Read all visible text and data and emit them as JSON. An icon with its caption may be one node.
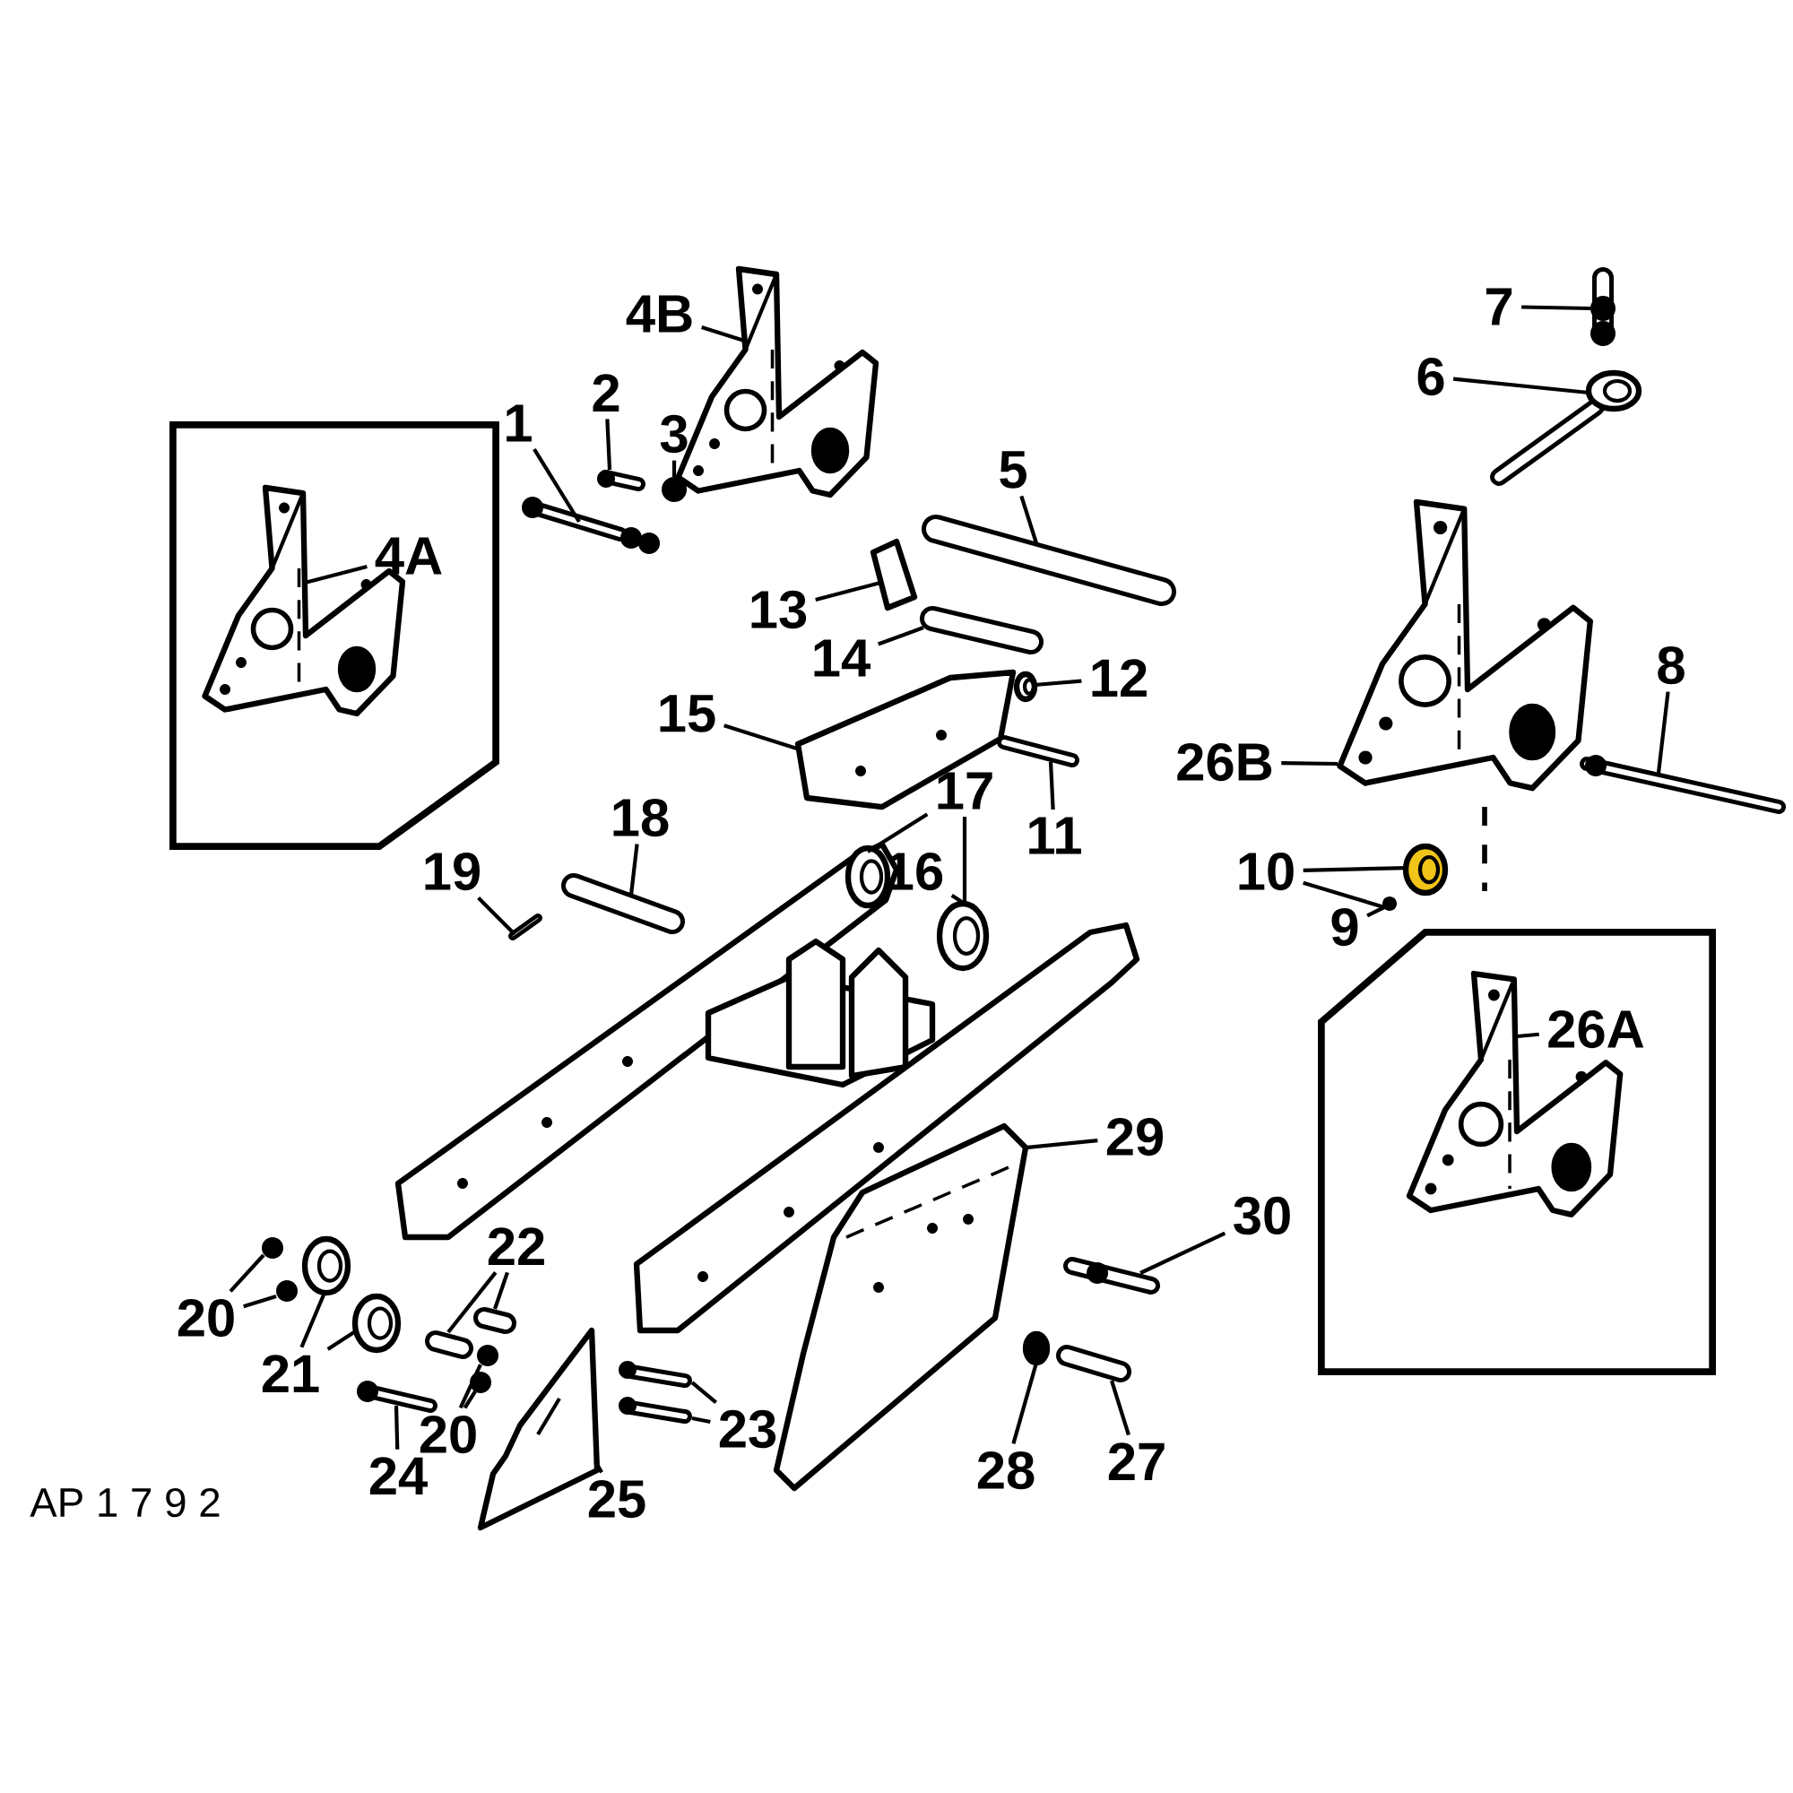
{
  "diagram": {
    "nodes": [
      {
        "text": [],
        "shape": "box"
      },
      {
        "text": [
          "4A"
        ],
        "in": 0
      },
      {
        "text": [
          "1"
        ]
      },
      {
        "text": [
          "2"
        ]
      },
      {
        "text": [
          "3"
        ]
      },
      {
        "text": [
          "4B"
        ]
      },
      {
        "text": [
          "5"
        ]
      },
      {
        "text": [
          "7"
        ]
      },
      {
        "text": [
          "6"
        ]
      },
      {
        "text": [
          "13"
        ]
      },
      {
        "text": [
          "14"
        ]
      },
      {
        "text": [
          "12"
        ]
      },
      {
        "text": [
          "15"
        ]
      },
      {
        "text": [
          "8"
        ]
      },
      {
        "text": [
          "26B"
        ]
      },
      {
        "text": [
          "17"
        ]
      },
      {
        "text": [
          "11"
        ]
      },
      {
        "text": [
          "18"
        ]
      },
      {
        "text": [
          "19"
        ]
      },
      {
        "text": [
          "16"
        ]
      },
      {
        "text": [
          "10"
        ]
      },
      {
        "text": [
          "9"
        ]
      },
      {
        "text": [],
        "shape": "box"
      },
      {
        "text": [
          "26A"
        ],
        "in": 22
      },
      {
        "text": [
          "29"
        ]
      },
      {
        "text": [
          "30"
        ]
      },
      {
        "text": [
          "22"
        ]
      },
      {
        "text": [
          "20"
        ]
      },
      {
        "text": [
          "21"
        ]
      },
      {
        "text": [
          "23"
        ]
      },
      {
        "text": [
          "20"
        ]
      },
      {
        "text": [
          "24"
        ]
      },
      {
        "text": [
          "28"
        ]
      },
      {
        "text": [
          "27"
        ]
      },
      {
        "text": [
          "25"
        ]
      },
      {
        "text": [],
        "shape": "picture",
        "in": 0
      },
      {
        "text": [],
        "shape": "picture"
      },
      {
        "text": [],
        "shape": "picture"
      },
      {
        "text": [],
        "shape": "circle"
      },
      {
        "text": [],
        "shape": "picture"
      },
      {
        "text": [],
        "shape": "picture"
      },
      {
        "text": [],
        "shape": "picture"
      },
      {
        "text": [],
        "shape": "picture"
      },
      {
        "text": [],
        "shape": "picture"
      },
      {
        "text": [],
        "shape": "picture"
      },
      {
        "text": [],
        "shape": "picture"
      },
      {
        "text": [],
        "shape": "picture"
      },
      {
        "text": [],
        "shape": "picture"
      },
      {
        "text": [],
        "shape": "picture"
      },
      {
        "text": [],
        "shape": "picture"
      },
      {
        "text": [],
        "shape": "picture"
      },
      {
        "text": [],
        "shape": "picture"
      },
      {
        "text": [],
        "shape": "picture"
      },
      {
        "text": [],
        "shape": "picture"
      },
      {
        "text": [],
        "shape": "picture"
      },
      {
        "text": [],
        "shape": "circle"
      },
      {
        "text": [],
        "shape": "picture",
        "in": 22
      },
      {
        "text": [],
        "shape": "picture"
      },
      {
        "text": [],
        "shape": "picture"
      },
      {
        "text": [],
        "shape": "picture"
      },
      {
        "text": [],
        "shape": "picture"
      },
      {
        "text": [],
        "shape": "circle"
      },
      {
        "text": [],
        "shape": "circle"
      },
      {
        "text": [],
        "shape": "picture"
      },
      {
        "text": [],
        "shape": "picture"
      },
      {
        "text": [],
        "shape": "picture"
      },
      {
        "text": [],
        "shape": "picture"
      },
      {
        "text": [],
        "shape": "circle"
      },
      {
        "text": [],
        "shape": "circle"
      },
      {
        "text": [],
        "shape": "picture"
      },
      {
        "text": [],
        "shape": "circle"
      },
      {
        "text": [],
        "shape": "picture"
      },
      {
        "text": [],
        "shape": "picture"
      }
    ],
    "edges": [
      {
        "from": 1,
        "to": 35,
        "arrow": "none"
      },
      {
        "from": 2,
        "to": 36,
        "arrow": "none"
      },
      {
        "from": 3,
        "to": 37,
        "arrow": "none"
      },
      {
        "from": 4,
        "to": 38,
        "arrow": "none"
      },
      {
        "from": 5,
        "to": 39,
        "arrow": "none"
      },
      {
        "from": 6,
        "to": 40,
        "arrow": "none"
      },
      {
        "from": 7,
        "to": 41,
        "arrow": "none"
      },
      {
        "from": 8,
        "to": 42,
        "arrow": "none"
      },
      {
        "from": 9,
        "to": 43,
        "arrow": "none"
      },
      {
        "from": 10,
        "to": 44,
        "arrow": "none"
      },
      {
        "from": 11,
        "to": 45,
        "arrow": "none"
      },
      {
        "from": 12,
        "to": 46,
        "arrow": "none"
      },
      {
        "from": 13,
        "to": 47,
        "arrow": "none"
      },
      {
        "from": 14,
        "to": 48,
        "arrow": "none"
      },
      {
        "from": 15,
        "to": 49,
        "arrow": "none"
      },
      {
        "from": 15,
        "to": 53,
        "arrow": "none"
      },
      {
        "from": 16,
        "to": 50,
        "arrow": "none"
      },
      {
        "from": 17,
        "to": 51,
        "arrow": "none"
      },
      {
        "from": 18,
        "to": 52,
        "arrow": "none"
      },
      {
        "from": 19,
        "to": 53,
        "arrow": "none"
      },
      {
        "from": 20,
        "to": 54,
        "arrow": "none"
      },
      {
        "from": 20,
        "to": 55,
        "arrow": "none"
      },
      {
        "from": 21,
        "to": 55,
        "arrow": "none"
      },
      {
        "from": 23,
        "to": 56,
        "arrow": "none"
      },
      {
        "from": 24,
        "to": 57,
        "arrow": "none"
      },
      {
        "from": 25,
        "to": 58,
        "arrow": "none"
      },
      {
        "from": 26,
        "to": 59,
        "arrow": "none"
      },
      {
        "from": 26,
        "to": 60,
        "arrow": "none"
      },
      {
        "from": 27,
        "to": 61,
        "arrow": "none"
      },
      {
        "from": 27,
        "to": 62,
        "arrow": "none"
      },
      {
        "from": 28,
        "to": 63,
        "arrow": "none"
      },
      {
        "from": 28,
        "to": 64,
        "arrow": "none"
      },
      {
        "from": 29,
        "to": 65,
        "arrow": "none"
      },
      {
        "from": 29,
        "to": 66,
        "arrow": "none"
      },
      {
        "from": 30,
        "to": 67,
        "arrow": "none"
      },
      {
        "from": 30,
        "to": 68,
        "arrow": "none"
      },
      {
        "from": 31,
        "to": 69,
        "arrow": "none"
      },
      {
        "from": 32,
        "to": 70,
        "arrow": "none"
      },
      {
        "from": 33,
        "to": 71,
        "arrow": "none"
      },
      {
        "from": 34,
        "to": 72,
        "arrow": "none"
      }
    ],
    "labels": [
      "AP 1 7 9 2"
    ]
  }
}
